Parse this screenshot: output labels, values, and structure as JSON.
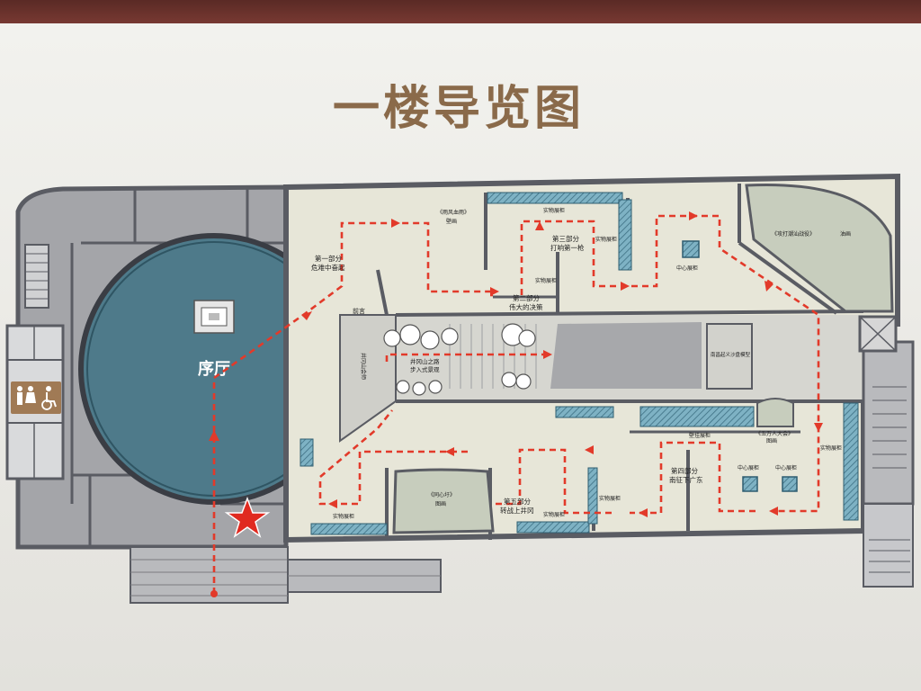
{
  "title": "一楼导览图",
  "colors": {
    "wall": "#5a5c63",
    "floor": "#e7e6d8",
    "side_hall": "#9fa0a4",
    "side_hall_light": "#c3c4c7",
    "rotunda": "#4e7a8a",
    "route": "#e23a2a",
    "star": "#e02a20",
    "display_case": "#6fa3b8",
    "green_room": "#c7cdbd"
  },
  "rooms": {
    "lobby": "序厅",
    "preface": "前言",
    "section1": {
      "part": "第一部分",
      "name": "危难中奋起"
    },
    "section2": {
      "part": "第二部分",
      "name": "伟大的决策"
    },
    "section3": {
      "part": "第三部分",
      "name": "打响第一枪"
    },
    "section4": {
      "part": "第四部分",
      "name": "南征下广东"
    },
    "section5": {
      "part": "第五部分",
      "name": "转战上井冈"
    },
    "jinggang_road": {
      "line1": "井冈山之路",
      "line2": "步入式景观"
    }
  },
  "labels": {
    "display_case": "实物展柜",
    "center_case": "中心展柜",
    "wall_case": "壁挂展柜",
    "vertical_text": "井冈山会师",
    "relief1": "《雨风血雨》",
    "relief2": "《攻打潮汕战役》",
    "relief3": "《五万人大会》",
    "relief4": "《同心圩》",
    "note_jiangxi": "南昌起义沙盘模型",
    "note_small1": "壁画",
    "note_small2": "图画",
    "note_small3": "油画"
  },
  "icons": [
    "star-marker-icon",
    "restroom-icon",
    "wheelchair-icon",
    "stairs-icon",
    "statue-icon"
  ]
}
